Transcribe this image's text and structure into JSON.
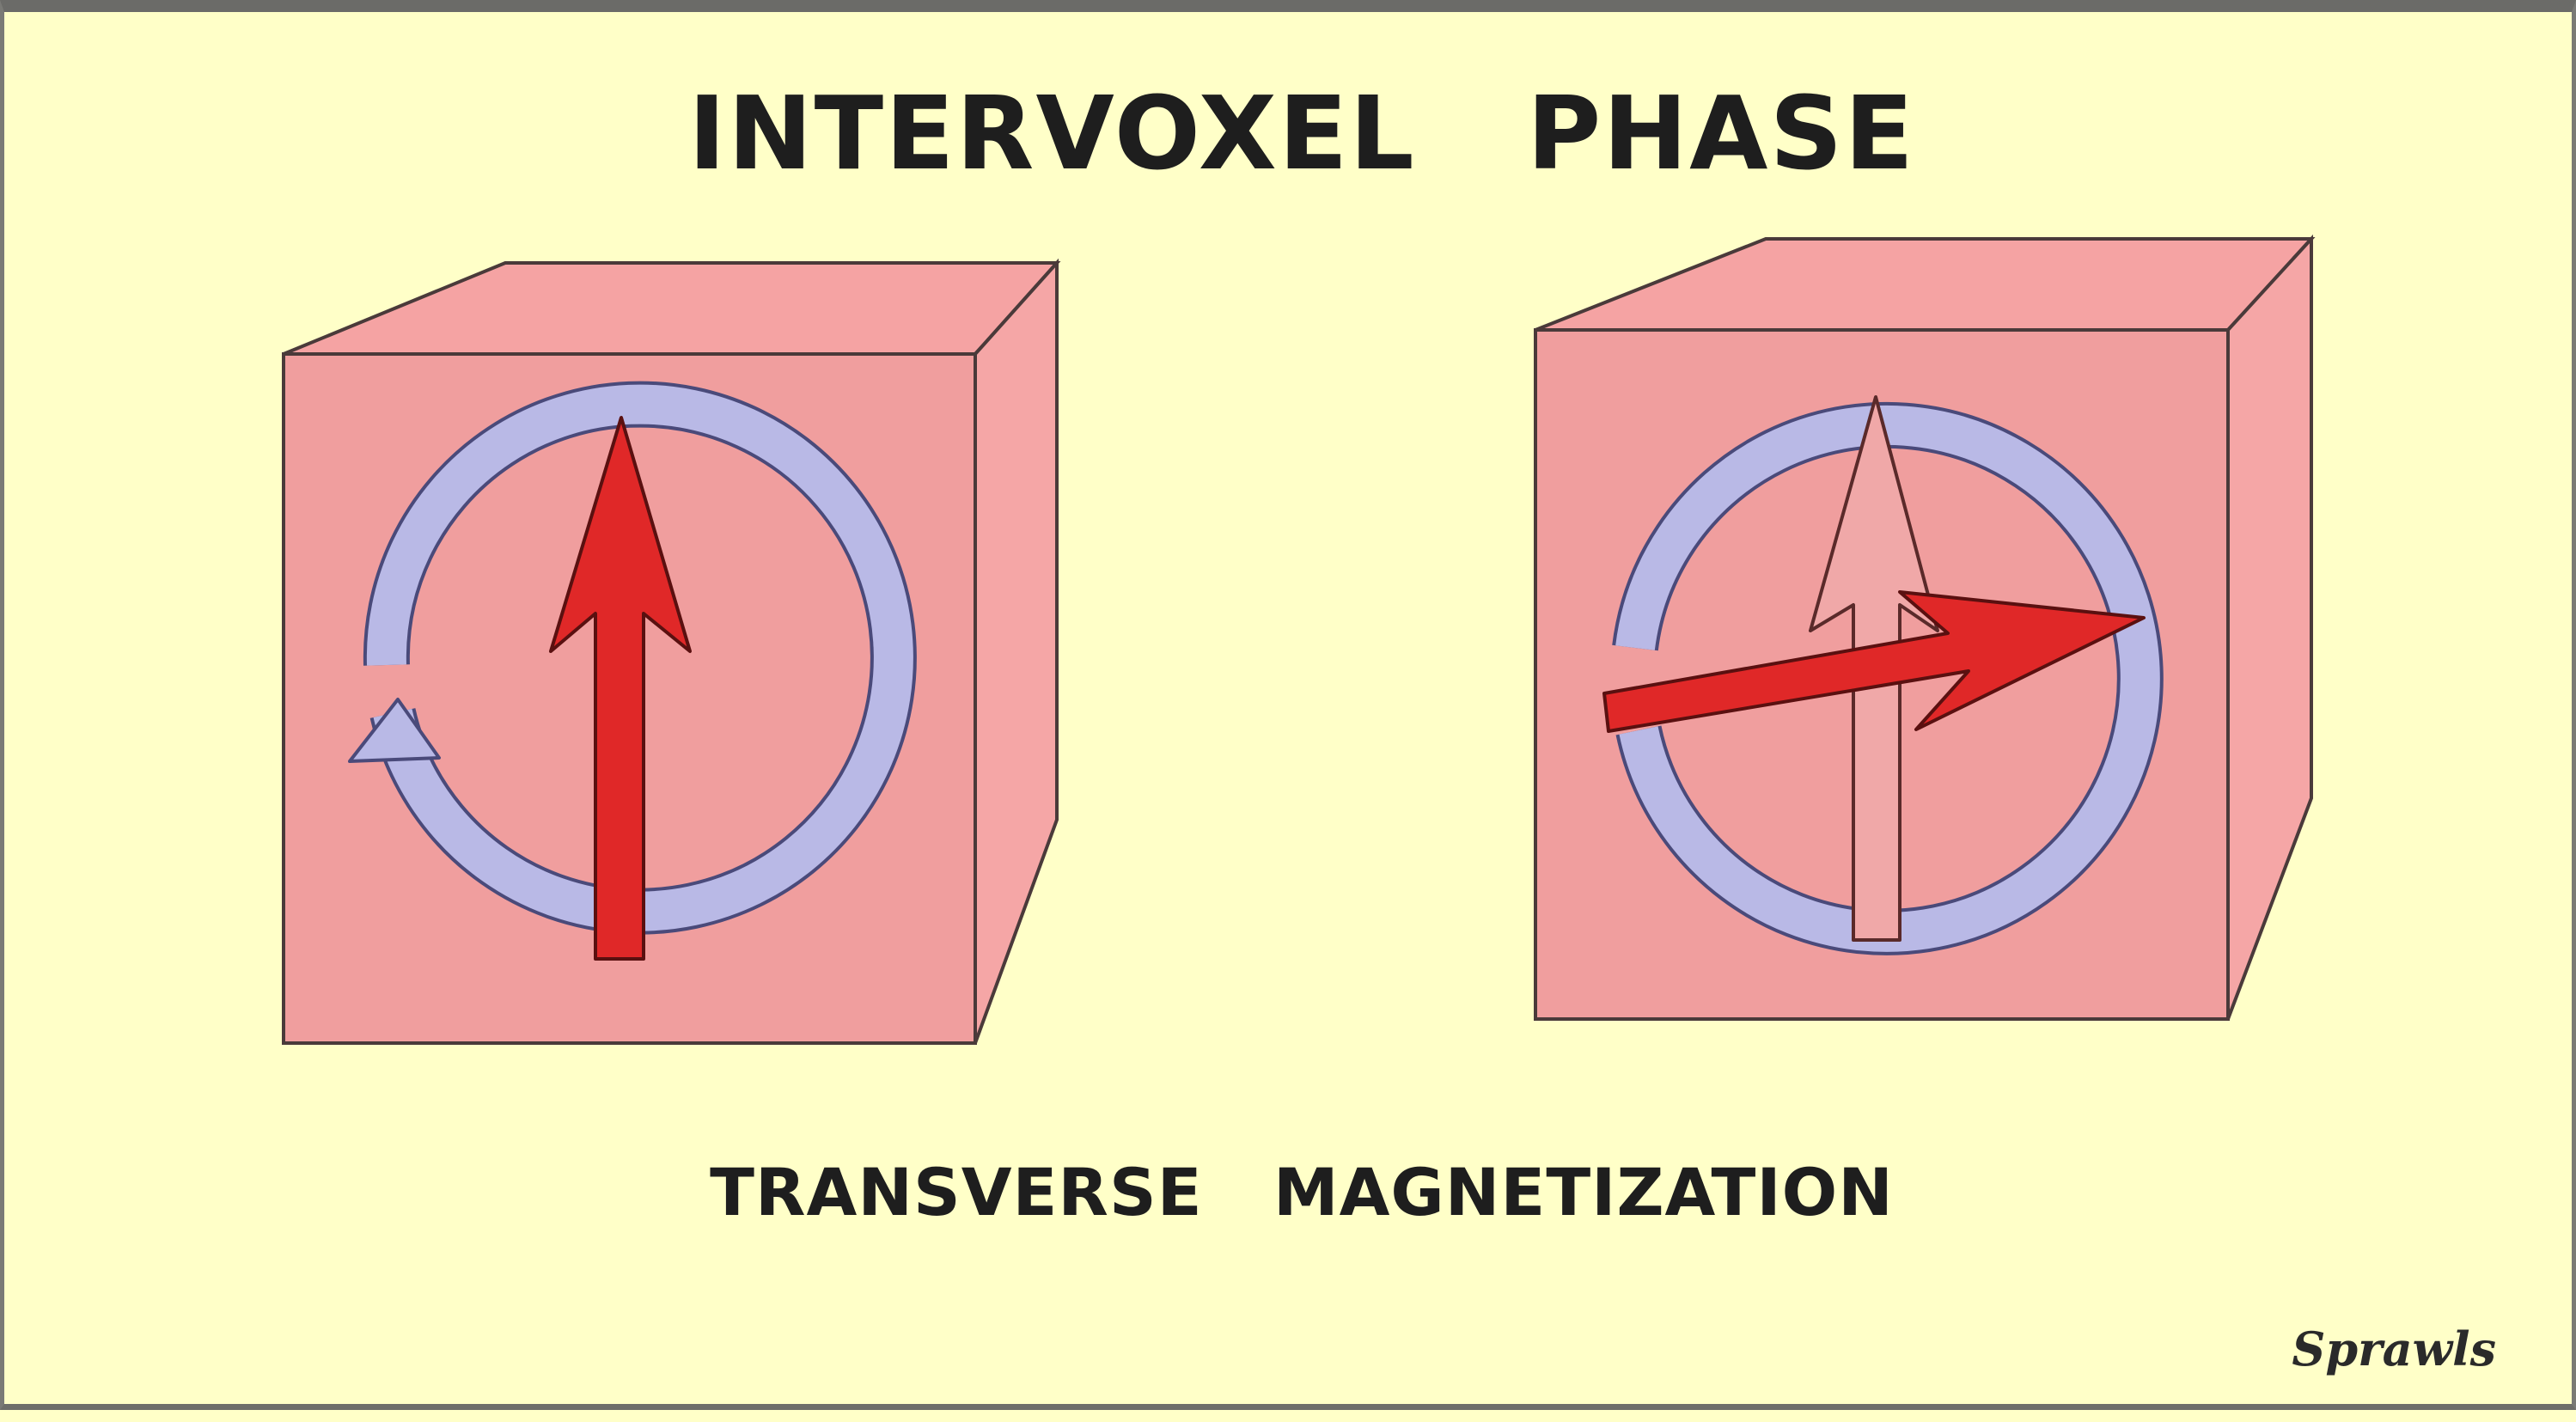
{
  "title": "INTERVOXEL   PHASE",
  "caption": "TRANSVERSE   MAGNETIZATION",
  "credit": "Sprawls",
  "colors": {
    "background": "#ffffc8",
    "voxel_face": "#f0a0a0",
    "voxel_side": "#f5a6a6",
    "voxel_edge": "#4a3a3a",
    "phase_circle": "#b9b9e6",
    "vector_red": "#e02828",
    "vector_ghost": "#f0a8a8"
  },
  "icons": {
    "rotation_arrow": "circular-arrow-icon",
    "magnetization_vector": "arrow-icon"
  }
}
